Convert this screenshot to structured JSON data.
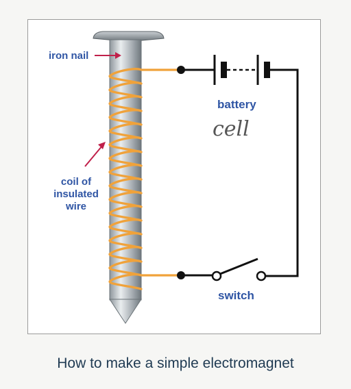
{
  "labels": {
    "iron_nail": "iron nail",
    "battery": "battery",
    "coil_line1": "coil of",
    "coil_line2": "insulated",
    "coil_line3": "wire",
    "switch": "switch",
    "handwritten": "cell"
  },
  "caption": "How to make a simple electromagnet",
  "colors": {
    "label": "#2f55a4",
    "wire": "#f0a23a",
    "circuit": "#111111",
    "arrow": "#c0204a",
    "caption": "#1f3a52"
  }
}
